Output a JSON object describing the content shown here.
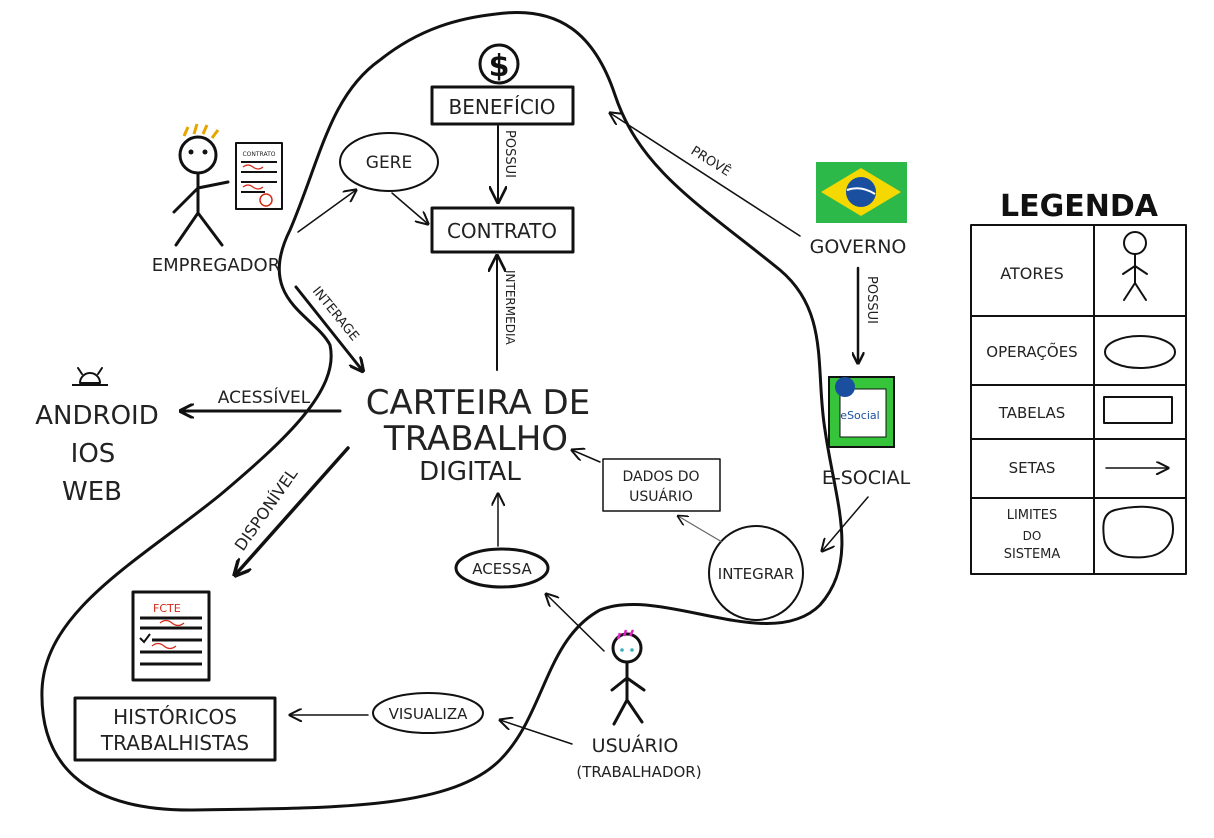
{
  "nodes": {
    "beneficio": "BENEFÍCIO",
    "contrato": "CONTRATO",
    "gere": "GERE",
    "empregador": "EMPREGADOR",
    "governo": "GOVERNO",
    "esocial": "E-SOCIAL",
    "esocial_logo": "eSocial",
    "carteira_line1": "CARTEIRA DE",
    "carteira_line2": "TRABALHO",
    "carteira_line3": "DIGITAL",
    "dados_line1": "DADOS DO",
    "dados_line2": "USUÁRIO",
    "integrar": "INTEGRAR",
    "acessa": "ACESSA",
    "visualiza": "VISUALIZA",
    "historicos_line1": "HISTÓRICOS",
    "historicos_line2": "TRABALHISTAS",
    "usuario_line1": "USUÁRIO",
    "usuario_line2": "(TRABALHADOR)",
    "platforms": [
      "ANDROID",
      "IOS",
      "WEB"
    ],
    "contrato_doc_title": "CONTRATO",
    "ctps_doc_title": "FCTE"
  },
  "edges": {
    "possui_beneficio": "POSSUI",
    "intermedia": "INTERMEDIA",
    "interage": "INTERAGE",
    "acessivel": "ACESSÍVEL",
    "disponivel": "DISPONÍVEL",
    "prove": "PROVÊ",
    "possui_governo": "POSSUI"
  },
  "legend": {
    "title": "LEGENDA",
    "rows": [
      {
        "label": "ATORES",
        "symbol": "stick-figure-icon"
      },
      {
        "label": "OPERAÇÕES",
        "symbol": "ellipse"
      },
      {
        "label": "TABELAS",
        "symbol": "rectangle"
      },
      {
        "label": "SETAS",
        "symbol": "arrow"
      },
      {
        "label_lines": [
          "LIMITES",
          "DO",
          "SISTEMA"
        ],
        "symbol": "blob"
      }
    ]
  },
  "colors": {
    "ink": "#111111",
    "flag_green": "#2db84a",
    "flag_yellow": "#f5d800",
    "flag_blue": "#1a4fa0",
    "esocial_green": "#35c43a",
    "red_ink": "#d42a1a",
    "hair_orange": "#e8a400",
    "hair_pink": "#e020c8",
    "face_teal": "#3ab0c0"
  }
}
